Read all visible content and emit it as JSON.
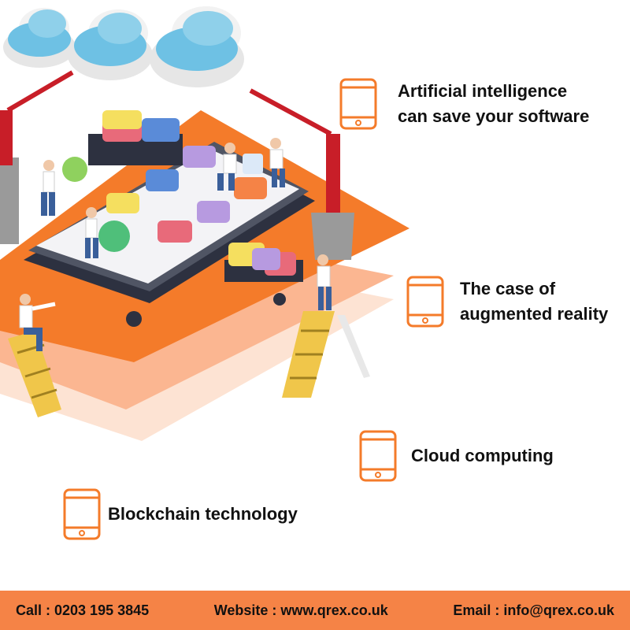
{
  "colors": {
    "accent": "#f47b2a",
    "footer_bg": "#f58346",
    "text": "#111111",
    "cloud": "#6ec1e4"
  },
  "icons": [
    "tablet-icon",
    "cloud-icon",
    "crane-icon",
    "smartphone-icon",
    "ladder-icon",
    "worker-icon",
    "gear-icon",
    "lock-icon",
    "robot-icon"
  ],
  "features": [
    {
      "icon": "tablet-icon",
      "label": "Artificial intelligence\ncan save your software"
    },
    {
      "icon": "tablet-icon",
      "label": "The case of\naugmented reality"
    },
    {
      "icon": "tablet-icon",
      "label": "Cloud computing"
    },
    {
      "icon": "tablet-icon",
      "label": "Blockchain technology"
    }
  ],
  "footer": {
    "call": "Call : 0203 195 3845",
    "website": "Website : www.qrex.co.uk",
    "email": "Email : info@qrex.co.uk"
  }
}
